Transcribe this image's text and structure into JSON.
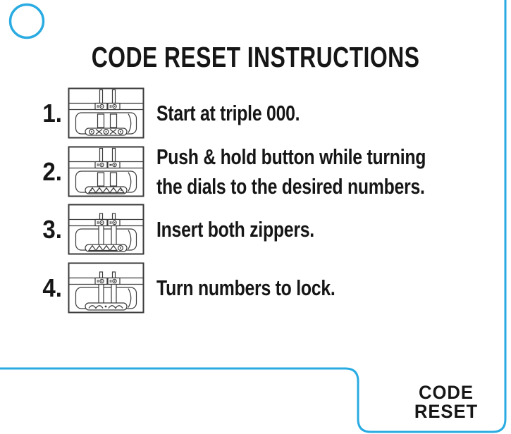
{
  "page": {
    "title": "CODE RESET INSTRUCTIONS"
  },
  "steps": [
    {
      "number": "1.",
      "text": "Start at triple 000.",
      "icon": "lock-zippers-out-dials-000"
    },
    {
      "number": "2.",
      "text": "Push & hold button while turning\nthe dials to the desired numbers.",
      "icon": "lock-zippers-out-dials-turning"
    },
    {
      "number": "3.",
      "text": "Insert both zippers.",
      "icon": "lock-zippers-inserted"
    },
    {
      "number": "4.",
      "text": "Turn numbers to lock.",
      "icon": "lock-zippers-inserted-dials-turning"
    }
  ],
  "footer": {
    "label_line1": "CODE",
    "label_line2": "RESET"
  },
  "colors": {
    "accent_blue": "#29ABE2",
    "text_black": "#161616"
  }
}
